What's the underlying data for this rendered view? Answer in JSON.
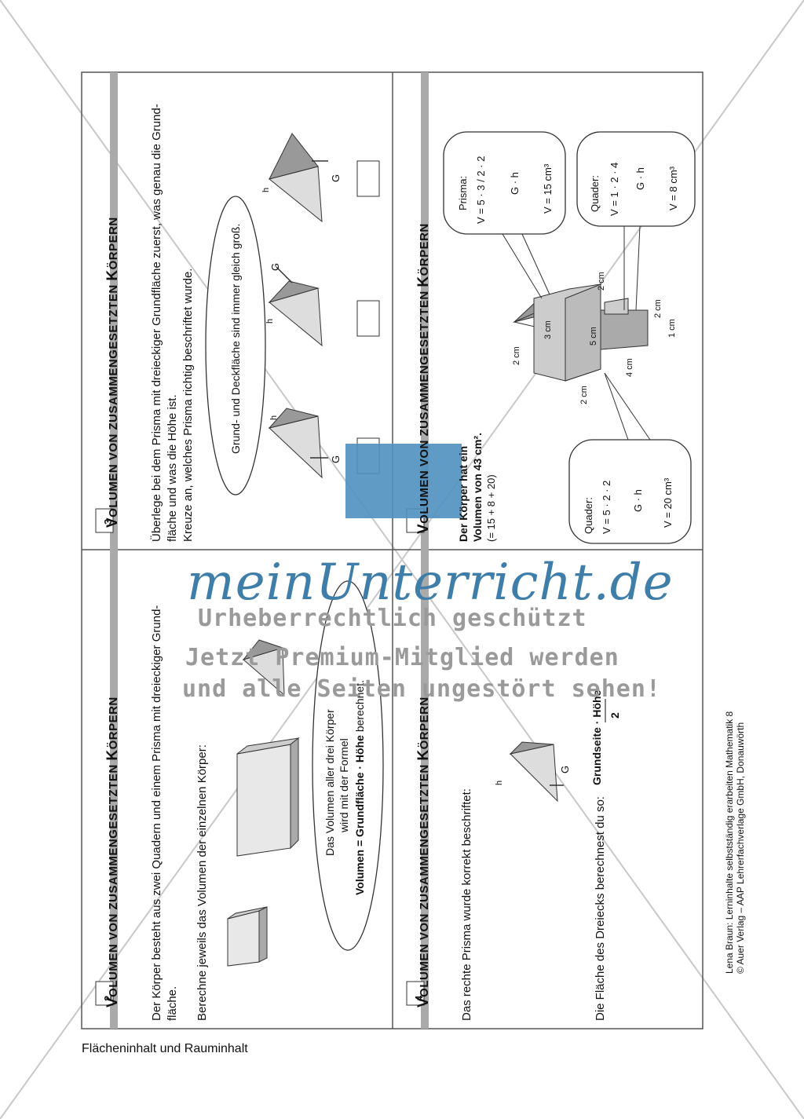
{
  "footer": {
    "section": "Flächeninhalt und Rauminhalt",
    "credit_line1": "Lena Braun: Lerninhalte selbstständig erarbeiten Mathematik 8",
    "credit_line2": "© Auer Verlag – AAP Lehrerfachverlage GmbH, Donauwörth"
  },
  "watermark": {
    "brand": "meinUnterricht.de",
    "line1": "Urheberrechtlich geschützt",
    "line2": "Jetzt Premium-Mitglied werden",
    "line3": "und alle Seiten ungestört sehen!"
  },
  "card2": {
    "number": "2",
    "heading_first": "V",
    "heading_rest": "OLUMEN VON ZUSAMMENGESETZTEN ",
    "heading_K": "K",
    "heading_end": "ÖRPERN",
    "text1": "Der Körper besteht aus zwei Quadern und einem Prisma mit dreieckiger Grund-",
    "text2": "fläche.",
    "text3": "Berechne jeweils das Volumen der einzelnen Körper:",
    "bubble_line1": "Das Volumen aller drei Körper",
    "bubble_line2": "wird mit der Formel",
    "bubble_line3_bold": "Volumen = Grundfläche · Höhe",
    "bubble_line3_rest": " berechnet."
  },
  "card3": {
    "number": "3",
    "heading_first": "V",
    "heading_rest": "OLUMEN VON ZUSAMMENGESETZTEN ",
    "heading_K": "K",
    "heading_end": "ÖRPERN",
    "text1": "Überlege bei dem Prisma mit dreieckiger Grundfläche zuerst, was genau die Grund-",
    "text2": "fläche und was die Höhe ist.",
    "text3": "Kreuze an, welches Prisma richtig beschriftet wurde.",
    "bubble": "Grund- und Deckfläche sind immer gleich groß.",
    "label_h": "h",
    "label_G": "G"
  },
  "card4": {
    "number": "4",
    "heading_first": "V",
    "heading_rest": "OLUMEN VON ZUSAMMENGESETZTEN ",
    "heading_K": "K",
    "heading_end": "ÖRPERN",
    "text1": "Das rechte Prisma wurde korrekt beschriftet:",
    "text2": "Die Fläche des Dreiecks berechnest du so:",
    "frac_num": "Grundseite · Höhe",
    "frac_den": "2",
    "label_h": "h",
    "label_G": "G"
  },
  "card5": {
    "result1": "Der Körper hat ein",
    "result2": "Volumen von 43 cm².",
    "result3": "(= 15 + 8 + 20)",
    "prisma_title": "Prisma:",
    "prisma_formula": "V = 5 · 3 / 2 · 2",
    "prisma_gh": "G   · h",
    "prisma_result": "V = 15 cm³",
    "quader1_title": "Quader:",
    "quader1_formula": "V = 1 · 2 · 4",
    "quader1_gh": "G  · h",
    "quader1_result": "V = 8 cm³",
    "quader2_title": "Quader:",
    "quader2_formula": "V = 5 · 2 · 2",
    "quader2_gh": "G  · h",
    "quader2_result": "V = 20 cm³",
    "dims": [
      "2 cm",
      "3 cm",
      "5 cm",
      "4 cm",
      "2 cm",
      "2 cm",
      "2 cm",
      "1 cm"
    ]
  }
}
